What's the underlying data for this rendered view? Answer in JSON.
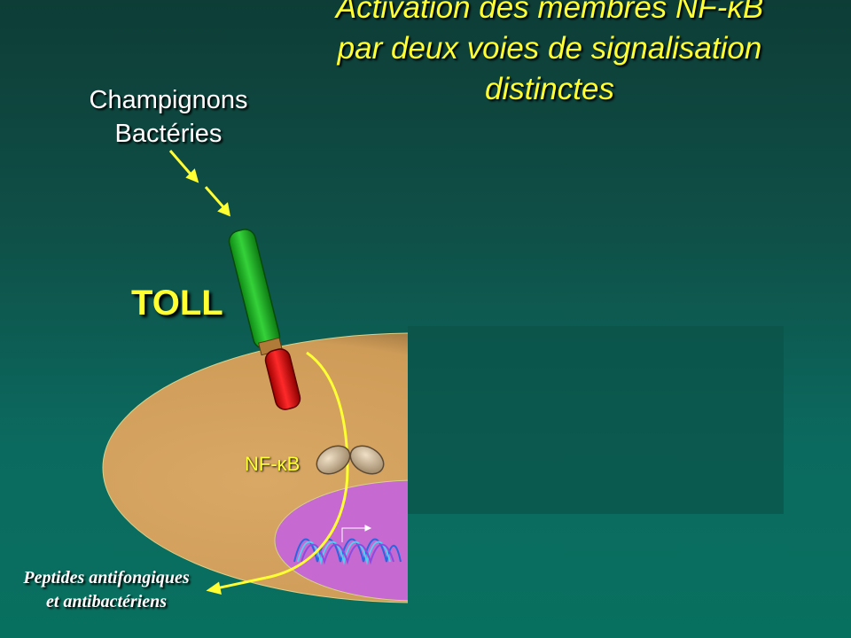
{
  "title": {
    "line1": "Activation des membres NF-κB",
    "line2": "par deux voies de signalisation",
    "line3": "distinctes"
  },
  "stimulus": {
    "line1": "Champignons",
    "line2": "Bactéries"
  },
  "receptor_label": "TOLL",
  "nfkb_label": "NF-κB",
  "output": {
    "line1": "Peptides antifongiques",
    "line2": "et antibactériens"
  },
  "colors": {
    "title": "#ffff33",
    "cell": "#d4a15e",
    "nucleus": "#c66ad1",
    "receptor_extracellular": "#22c22a",
    "receptor_intracellular": "#e81010",
    "arrow": "#ffff33",
    "dna": "#2a66e0"
  },
  "icons": [
    "arrow-icon",
    "dna-helix-icon",
    "transcription-start-icon"
  ]
}
